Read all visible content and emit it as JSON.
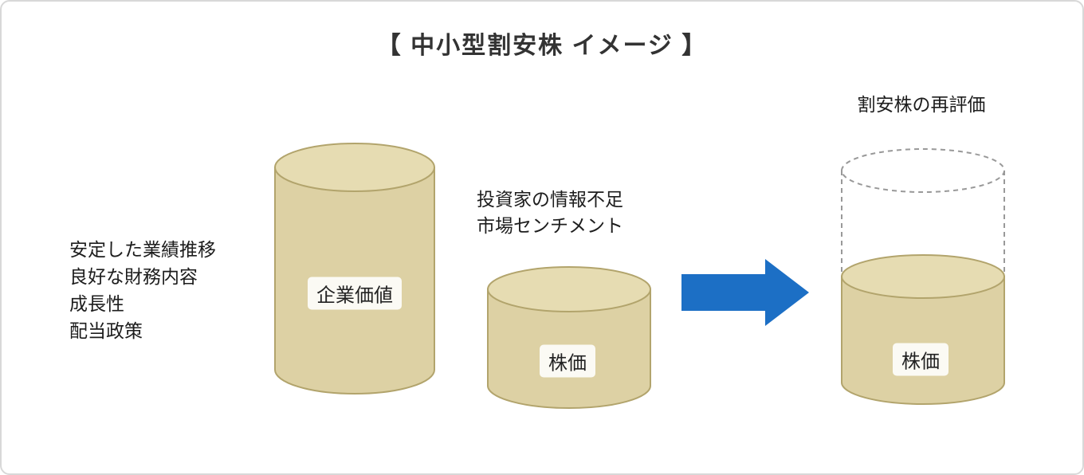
{
  "title": "【 中小型割安株 イメージ 】",
  "factors": [
    "安定した業績推移",
    "良好な財務内容",
    "成長性",
    "配当政策"
  ],
  "labels": {
    "corporate_value": "企業価値",
    "stock_price": "株価",
    "stock_price_revalued": "株価"
  },
  "middle_note": [
    "投資家の情報不足",
    "市場センチメント"
  ],
  "right_caption": "割安株の再評価",
  "colors": {
    "cylinder_fill": "#ddd1a4",
    "cylinder_top_fill": "#e6dcb2",
    "cylinder_stroke": "#b2a46c",
    "arrow": "#1c6fc5",
    "dashed_outline": "#999999",
    "card_border": "#d8d8d8",
    "title_text": "#333333",
    "body_text": "#1d1d1d"
  }
}
